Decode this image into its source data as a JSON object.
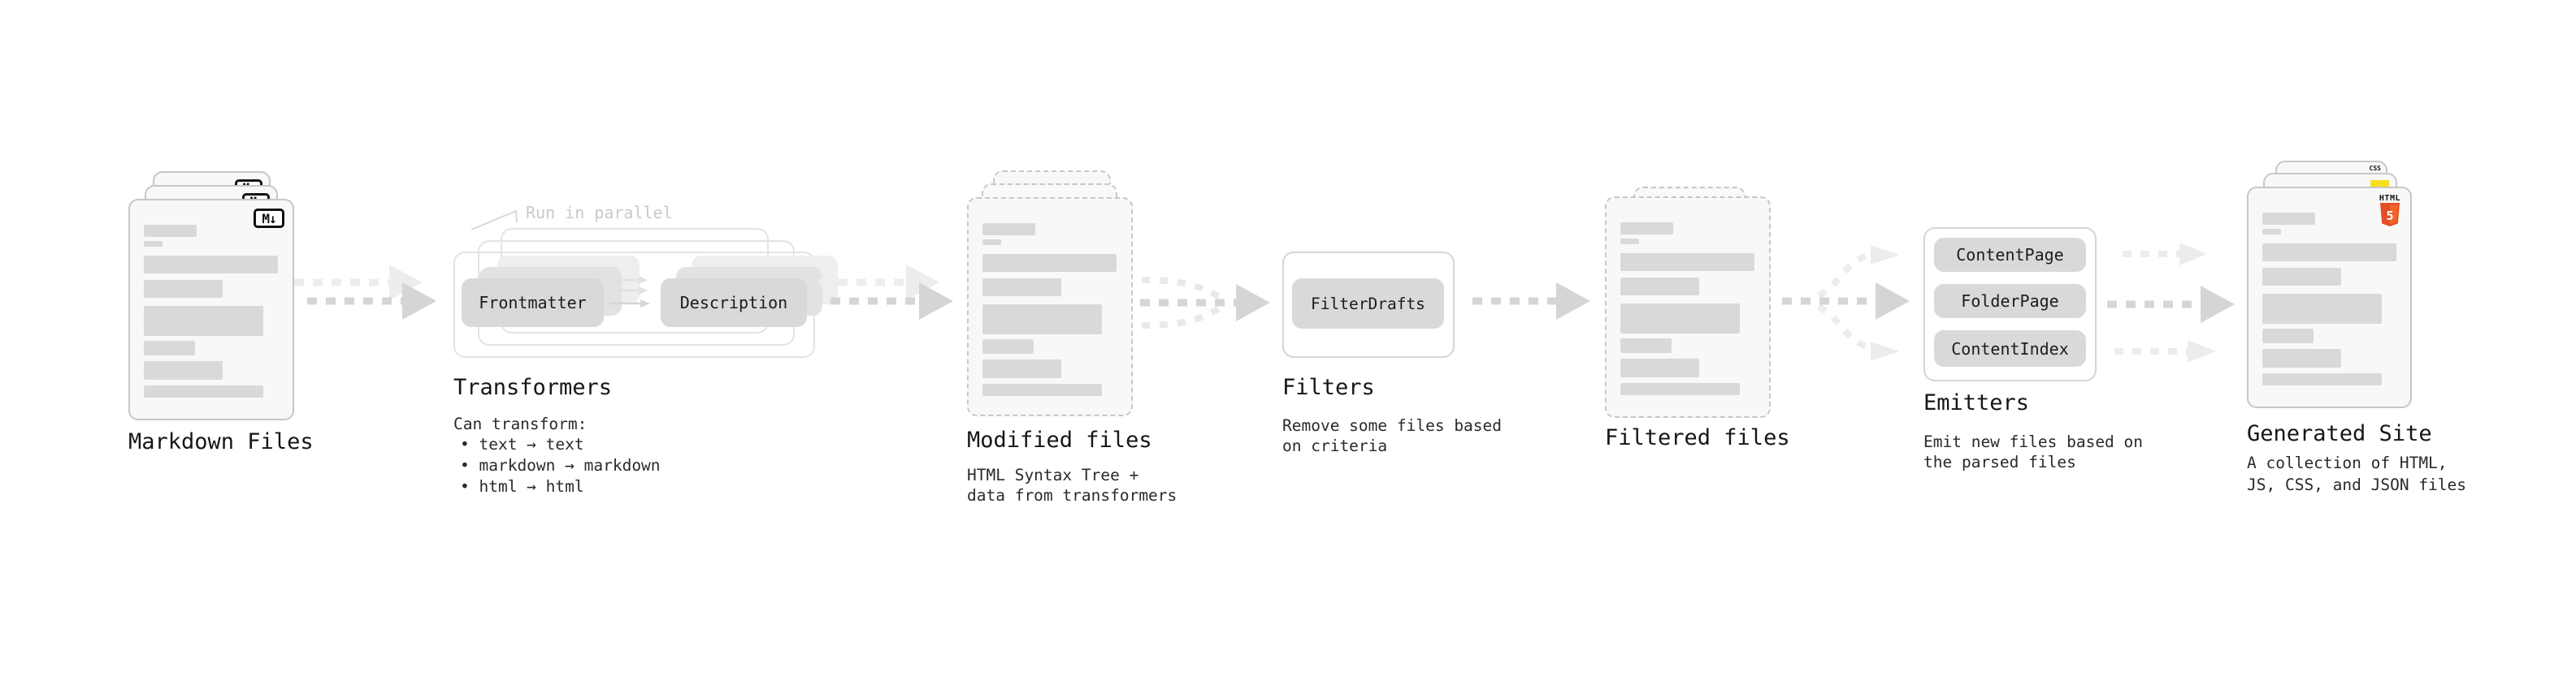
{
  "canvas": {
    "background": "#ffffff"
  },
  "colors": {
    "background": "#ffffff",
    "doc_border": "#c7c7c7",
    "doc_fill": "#f8f8f8",
    "placeholder_bar": "#d9d9d9",
    "box_fill": "#d9d9d9",
    "box_text": "#1c1c1c",
    "container_border": "#d5d5d5",
    "stack_container_border": "#e3e3e3",
    "ghost_mid": "#e2e2e2",
    "ghost_light": "#eeeeee",
    "arrow_main": "#d5d5d5",
    "arrow_ghost": "#ededed",
    "heading_text": "#161616",
    "desc_text": "#2a2a2a",
    "callout_text": "#c9c9c9",
    "markdown_badge": "#111111",
    "js_yellow": "#f7df1e",
    "css_blue": "#2d53e5",
    "html5_orange": "#e44d26",
    "html5_orange_light": "#f16529"
  },
  "pipeline": {
    "markdown_files": {
      "label": "Markdown Files",
      "badge": "M↓"
    },
    "transformers": {
      "label": "Transformers",
      "callout": "Run in parallel",
      "boxes": [
        "Frontmatter",
        "Description"
      ],
      "desc_title": "Can transform:",
      "bullets": [
        "• text → text",
        "• markdown → markdown",
        "• html → html"
      ]
    },
    "modified_files": {
      "label": "Modified files",
      "desc": [
        "HTML Syntax Tree +",
        "data from transformers"
      ]
    },
    "filters": {
      "label": "Filters",
      "boxes": [
        "FilterDrafts"
      ],
      "desc": [
        "Remove some files based",
        "on criteria"
      ]
    },
    "filtered_files": {
      "label": "Filtered files"
    },
    "emitters": {
      "label": "Emitters",
      "boxes": [
        "ContentPage",
        "FolderPage",
        "ContentIndex"
      ],
      "desc": [
        "Emit new files based on",
        "the parsed files"
      ]
    },
    "generated_site": {
      "label": "Generated Site",
      "desc": [
        "A collection of HTML,",
        "JS, CSS, and JSON files"
      ],
      "badges": {
        "html_word": "HTML",
        "html_number": "5",
        "css_word": "CSS"
      }
    }
  }
}
